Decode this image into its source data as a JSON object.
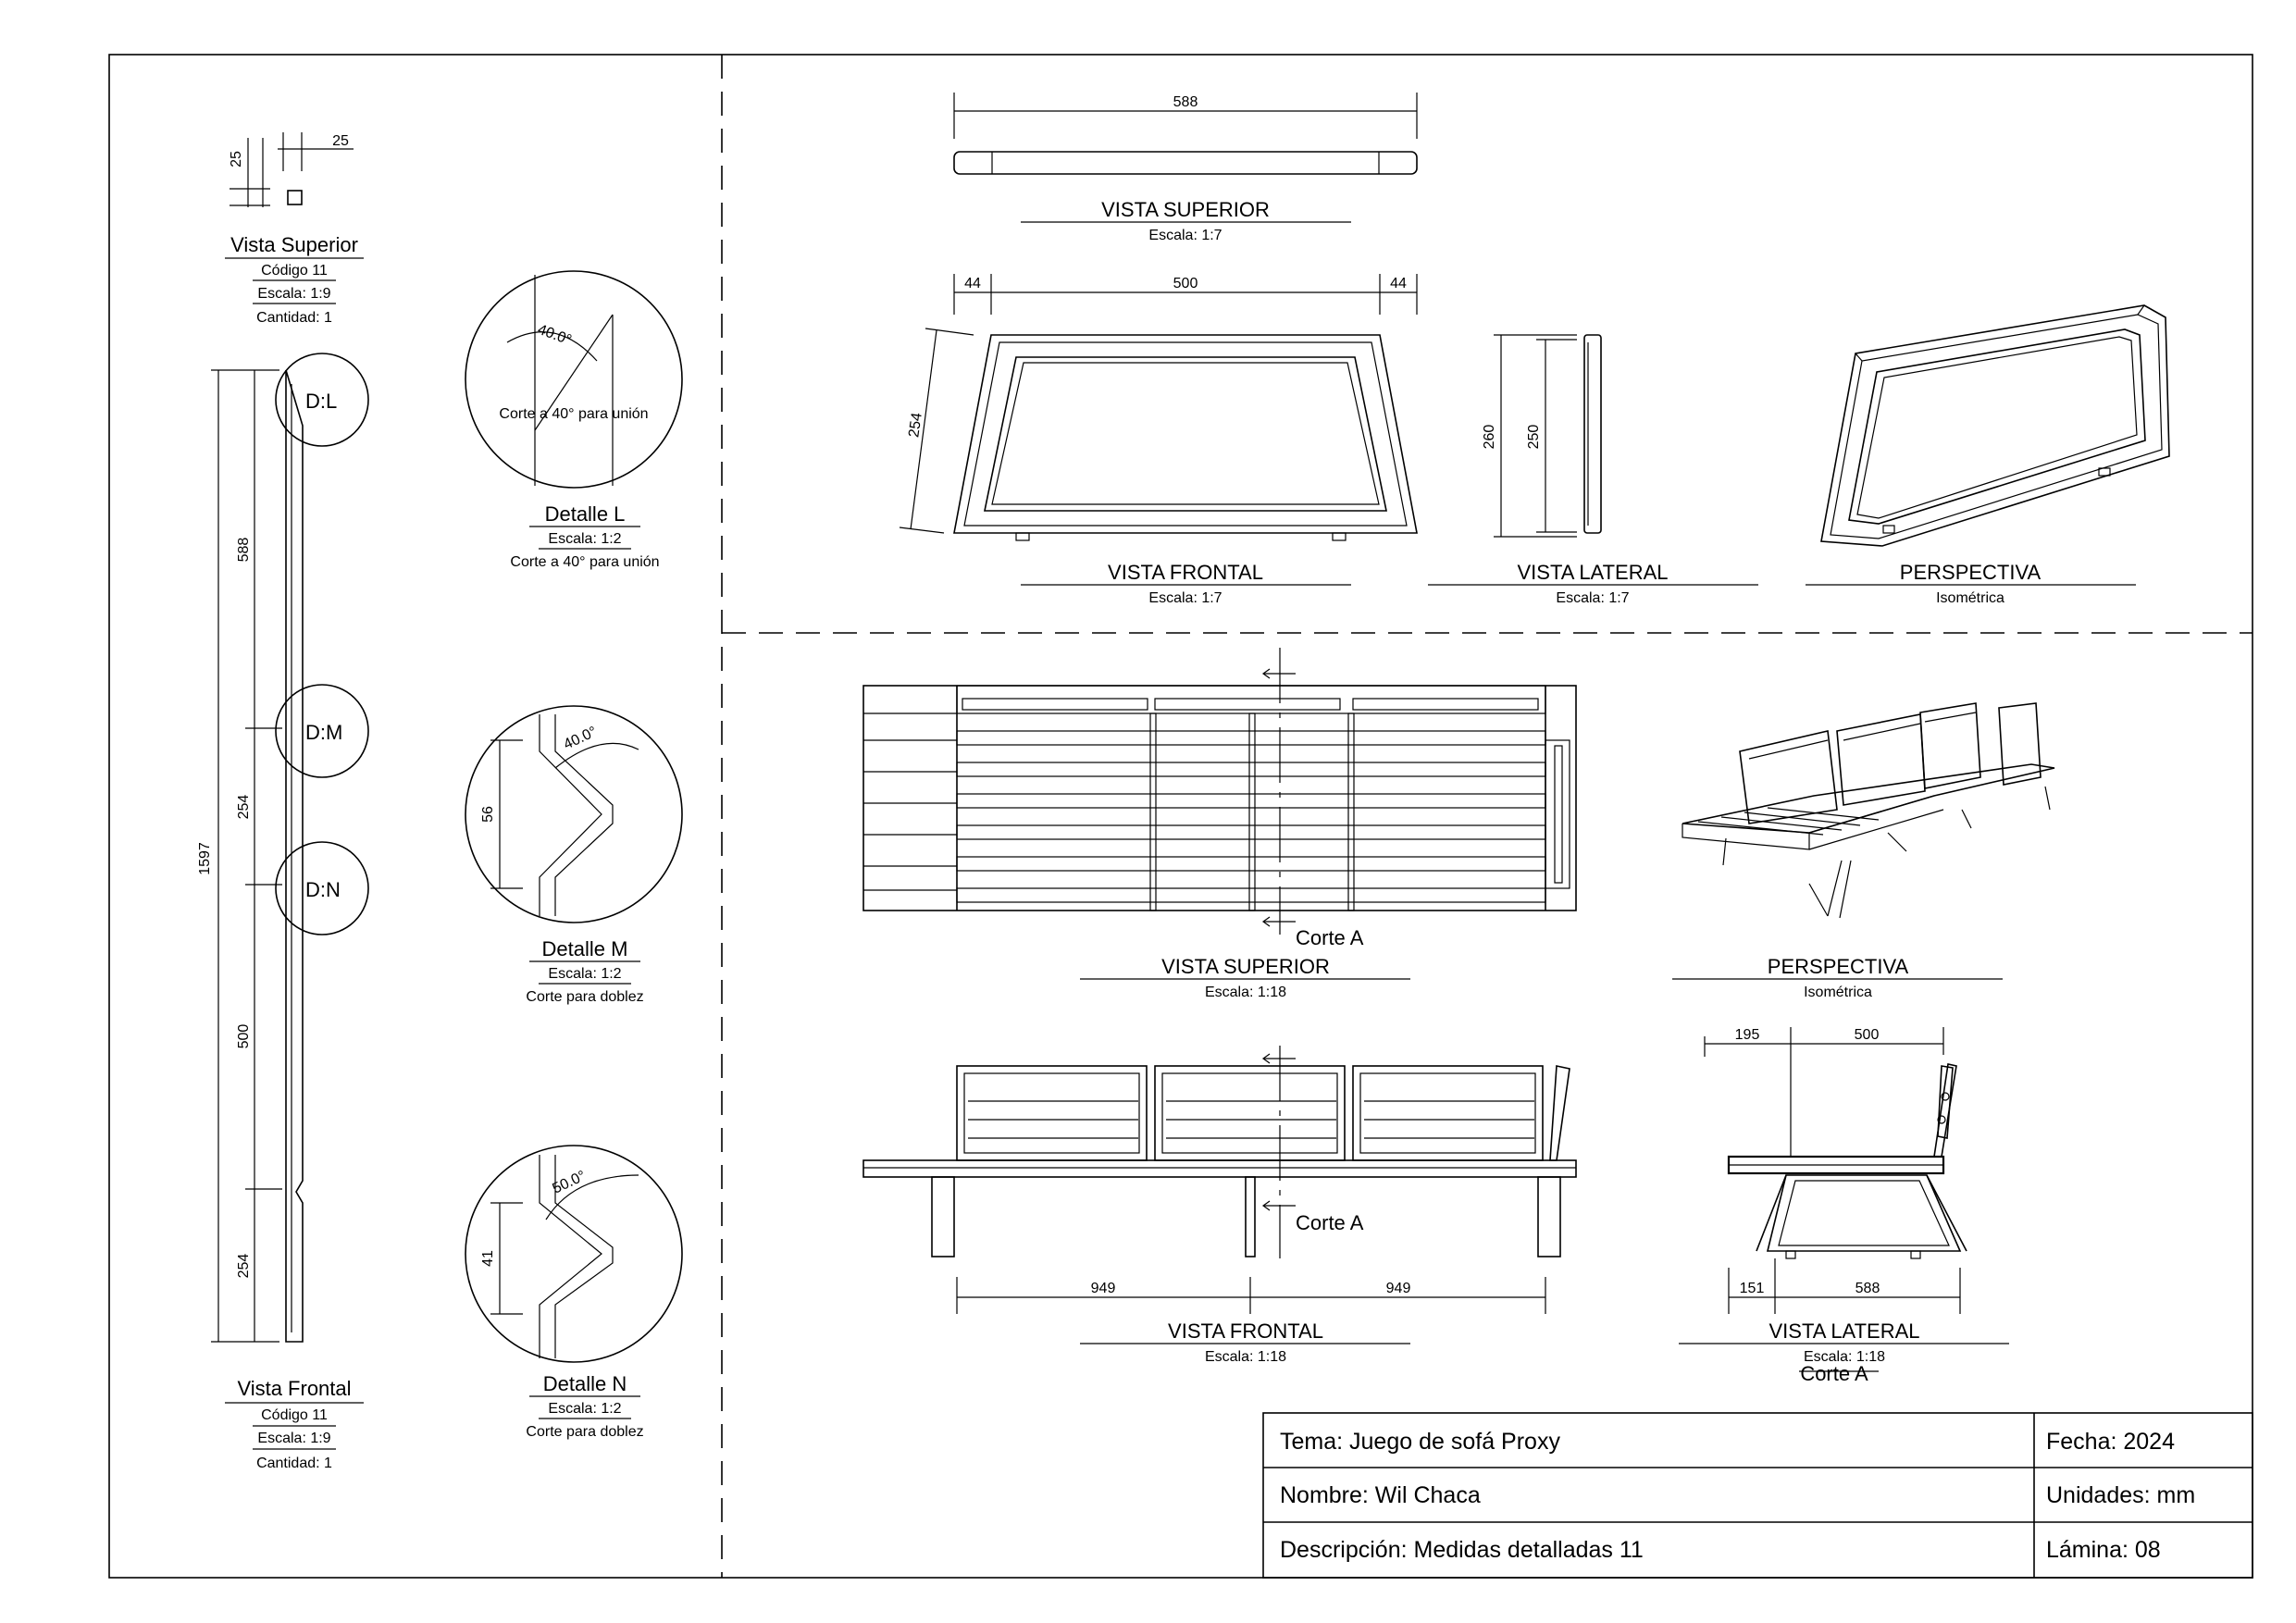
{
  "left_views": {
    "vista_superior": {
      "title": "Vista Superior",
      "codigo": "Código 11",
      "escala": "Escala: 1:9",
      "cantidad": "Cantidad: 1",
      "dim_a": "25",
      "dim_b": "25"
    },
    "vista_frontal": {
      "title": "Vista Frontal",
      "codigo": "Código 11",
      "escala": "Escala: 1:9",
      "cantidad": "Cantidad: 1",
      "dim_total": "1597",
      "dim_1": "588",
      "dim_2": "254",
      "dim_3": "500",
      "dim_4": "254",
      "detail_l": "D:L",
      "detail_m": "D:M",
      "detail_n": "D:N"
    }
  },
  "details": {
    "l": {
      "title": "Detalle L",
      "escala": "Escala: 1:2",
      "note": "Corte a 40° para unión",
      "inner_note": "Corte a 40° para unión",
      "angle": "40.0°"
    },
    "m": {
      "title": "Detalle M",
      "escala": "Escala: 1:2",
      "note": "Corte para doblez",
      "angle": "40.0°",
      "dim": "56"
    },
    "n": {
      "title": "Detalle N",
      "escala": "Escala: 1:2",
      "note": "Corte para doblez",
      "angle": "50.0°",
      "dim": "41"
    }
  },
  "frame_views": {
    "superior": {
      "title": "VISTA SUPERIOR",
      "escala": "Escala:  1:7",
      "dim": "588"
    },
    "frontal": {
      "title": "VISTA FRONTAL",
      "escala": "Escala:  1:7",
      "dim_left": "44",
      "dim_mid": "500",
      "dim_right": "44",
      "dim_slant": "254"
    },
    "lateral": {
      "title": "VISTA LATERAL",
      "escala": "Escala:  1:7",
      "dim_outer": "260",
      "dim_inner": "250"
    },
    "perspectiva": {
      "title": "PERSPECTIVA",
      "sub": "Isométrica"
    }
  },
  "sofa_views": {
    "superior": {
      "title": "VISTA SUPERIOR",
      "escala": "Escala:  1:18",
      "corte": "Corte A"
    },
    "perspectiva": {
      "title": "PERSPECTIVA",
      "sub": "Isométrica"
    },
    "frontal": {
      "title": "VISTA FRONTAL",
      "escala": "Escala:  1:18",
      "corte": "Corte A",
      "dim_left": "949",
      "dim_right": "949"
    },
    "lateral": {
      "title": "VISTA LATERAL",
      "escala": "Escala:  1:18",
      "corte": "Corte A",
      "dim_top_a": "195",
      "dim_top_b": "500",
      "dim_bot_a": "151",
      "dim_bot_b": "588"
    }
  },
  "title_block": {
    "tema": "Tema: Juego de sofá Proxy",
    "fecha": "Fecha: 2024",
    "nombre": "Nombre: Wil Chaca",
    "unidades": "Unidades: mm",
    "descripcion": "Descripción: Medidas detalladas 11",
    "lamina": "Lámina: 08"
  }
}
